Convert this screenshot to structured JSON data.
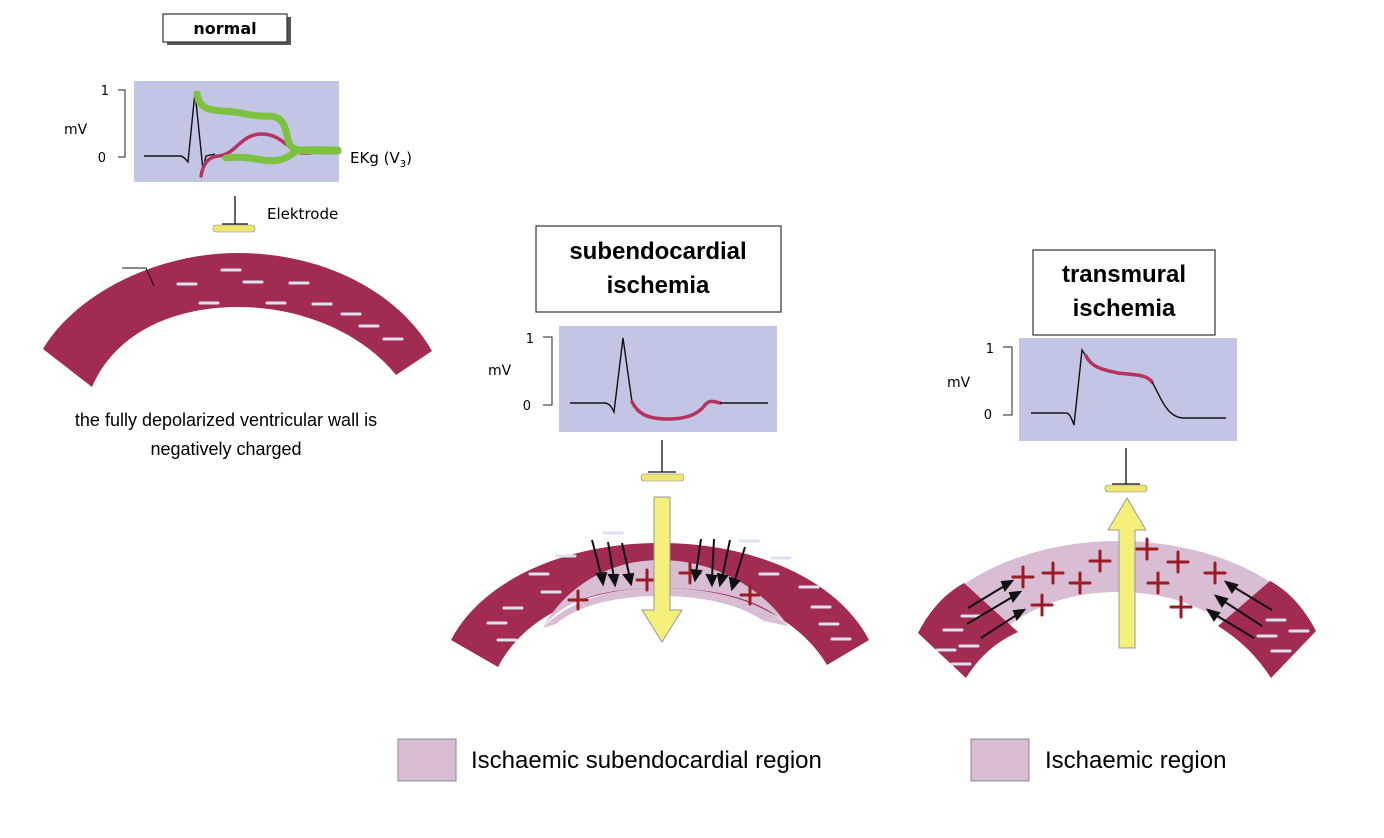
{
  "colors": {
    "wall": "#a22b52",
    "ischaemic": "#d8bdd4",
    "ekg_bg": "#c2c6e4",
    "trace_green": "#7cc142",
    "trace_red": "#b83260",
    "arrow_yellow": "#f4f07a",
    "electrode_yellow": "#ede670",
    "plus_sign": "#9a1b23"
  },
  "normal": {
    "label": "normal",
    "axis_top": "1",
    "axis_bottom": "0",
    "unit": "mV",
    "trace_label_main": "EKg (V",
    "trace_label_sub": "3",
    "trace_label_end": ")",
    "electrode_label": "Elektrode",
    "caption_line1": "the fully depolarized ventricular wall is",
    "caption_line2": "negatively charged"
  },
  "subendocardial": {
    "title_line1": "subendocardial",
    "title_line2": "ischemia",
    "axis_top": "1",
    "axis_bottom": "0",
    "unit": "mV"
  },
  "transmural": {
    "title_line1": "transmural",
    "title_line2": "ischemia",
    "axis_top": "1",
    "axis_bottom": "0",
    "unit": "mV"
  },
  "legend": [
    {
      "label": "Ischaemic subendocardial region"
    },
    {
      "label": "Ischaemic region"
    }
  ]
}
